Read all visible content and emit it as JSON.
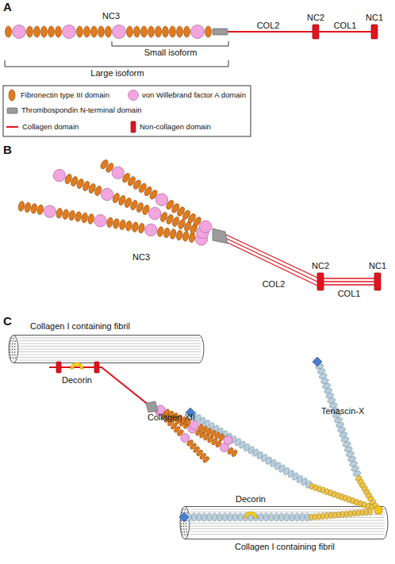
{
  "diagram": {
    "nodes": [
      {
        "text": [
          "Collagen I containing fibril"
        ]
      },
      {
        "text": [
          "Collagen I containing fibril"
        ]
      }
    ],
    "labels": [
      "A",
      "NC3",
      "Small isoform",
      "Large isoform",
      "COL2",
      "NC2",
      "COL1",
      "NC1",
      "B",
      "NC3",
      "COL2",
      "NC2",
      "COL1",
      "NC1",
      "C",
      "Decorin",
      "Collagen XII",
      "Tenascin-X",
      "Decorin"
    ],
    "legend": [
      {
        "text": "Fibronectin type III domain"
      },
      {
        "text": "von Willebrand factor A domain"
      },
      {
        "text": "Thrombospondin N-terminal domain"
      },
      {
        "text": "Collagen domain"
      },
      {
        "text": "Non-collagen domain"
      }
    ]
  }
}
